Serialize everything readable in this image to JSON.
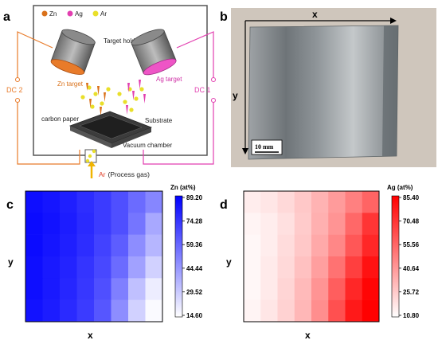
{
  "panels": {
    "a": "a",
    "b": "b",
    "c": "c",
    "d": "d"
  },
  "schematic": {
    "legend": [
      {
        "label": "Zn",
        "color": "#d9711a"
      },
      {
        "label": "Ag",
        "color": "#e23fb0"
      },
      {
        "label": "Ar",
        "color": "#e9df2a"
      }
    ],
    "target_holder": "Target holder",
    "zn_target": "Zn target",
    "ag_target": "Ag target",
    "dc2": "DC 2",
    "dc1": "DC 1",
    "carbon_paper": "carbon paper",
    "substrate": "Substrate",
    "vacuum_chamber": "Vacuum chamber",
    "gas_prefix": "Ar",
    "gas_suffix": "(Process gas)"
  },
  "photo": {
    "x_label": "x",
    "y_label": "y",
    "scale_bar": "10 mm"
  },
  "chart_data": [
    {
      "type": "heatmap",
      "title": "Zn (at%)",
      "xlabel": "x",
      "ylabel": "y",
      "colorbar_ticks": [
        "89.20",
        "74.28",
        "59.36",
        "44.44",
        "29.52",
        "14.60"
      ],
      "range": [
        14.6,
        89.2
      ],
      "colors": [
        "#ffffff",
        "#0000ff"
      ],
      "values": [
        [
          85,
          83,
          80,
          76,
          72,
          66,
          58,
          50
        ],
        [
          86,
          84,
          81,
          77,
          72,
          66,
          55,
          40
        ],
        [
          86,
          83,
          80,
          76,
          70,
          62,
          48,
          36
        ],
        [
          85,
          82,
          79,
          74,
          68,
          58,
          42,
          28
        ],
        [
          85,
          82,
          78,
          73,
          66,
          52,
          33,
          20
        ],
        [
          84,
          81,
          77,
          72,
          64,
          48,
          28,
          16
        ]
      ]
    },
    {
      "type": "heatmap",
      "title": "Ag (at%)",
      "xlabel": "x",
      "ylabel": "y",
      "colorbar_ticks": [
        "85.40",
        "70.48",
        "55.56",
        "40.64",
        "25.72",
        "10.80"
      ],
      "range": [
        10.8,
        85.4
      ],
      "colors": [
        "#ffffff",
        "#ff0000"
      ],
      "values": [
        [
          16,
          18,
          22,
          27,
          33,
          40,
          48,
          56
        ],
        [
          14,
          16,
          20,
          26,
          34,
          42,
          55,
          70
        ],
        [
          13,
          16,
          21,
          27,
          36,
          46,
          60,
          74
        ],
        [
          13,
          17,
          22,
          29,
          39,
          52,
          67,
          80
        ],
        [
          13,
          17,
          23,
          31,
          42,
          58,
          74,
          84
        ],
        [
          14,
          18,
          24,
          32,
          44,
          62,
          78,
          85
        ]
      ]
    }
  ]
}
